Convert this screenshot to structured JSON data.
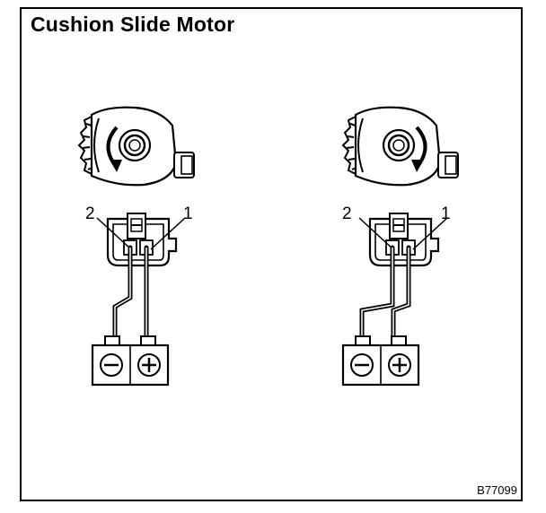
{
  "title": "Cushion Slide Motor",
  "figure_code": "B77099",
  "pin_labels": {
    "left": "2",
    "right": "1"
  },
  "battery_terminals": {
    "negative": "⊖",
    "positive": "⊕"
  },
  "panels": [
    {
      "rotation": "counterclockwise"
    },
    {
      "rotation": "clockwise"
    }
  ]
}
